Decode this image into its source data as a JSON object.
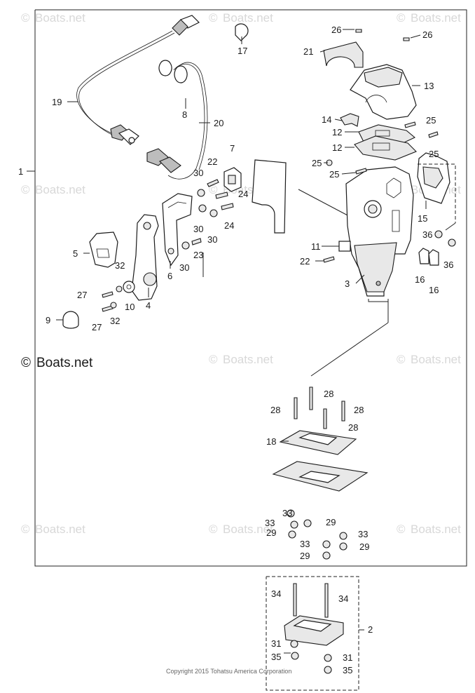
{
  "watermark": {
    "text": "Boats.net",
    "main_text": "Boats.net",
    "symbol": "©"
  },
  "copyright": "Copyright 2015 Tohatsu America Corporation",
  "callouts": {
    "c1": "1",
    "c2": "2",
    "c3": "3",
    "c4": "4",
    "c5": "5",
    "c6": "6",
    "c7": "7",
    "c8": "8",
    "c9": "9",
    "c10": "10",
    "c11": "11",
    "c12a": "12",
    "c12b": "12",
    "c13": "13",
    "c14": "14",
    "c15": "15",
    "c16a": "16",
    "c16b": "16",
    "c17": "17",
    "c18": "18",
    "c19": "19",
    "c20": "20",
    "c21": "21",
    "c22a": "22",
    "c22b": "22",
    "c23": "23",
    "c24a": "24",
    "c24b": "24",
    "c25a": "25",
    "c25b": "25",
    "c25c": "25",
    "c25d": "25",
    "c26a": "26",
    "c26b": "26",
    "c27a": "27",
    "c27b": "27",
    "c28a": "28",
    "c28b": "28",
    "c28c": "28",
    "c28d": "28",
    "c29a": "29",
    "c29b": "29",
    "c29c": "29",
    "c29d": "29",
    "c30a": "30",
    "c30b": "30",
    "c30c": "30",
    "c30d": "30",
    "c31a": "31",
    "c31b": "31",
    "c32a": "32",
    "c32b": "32",
    "c33a": "33",
    "c33b": "33",
    "c33c": "33",
    "c33d": "33",
    "c34a": "34",
    "c34b": "34",
    "c35a": "35",
    "c35b": "35",
    "c36a": "36",
    "c36b": "36"
  }
}
